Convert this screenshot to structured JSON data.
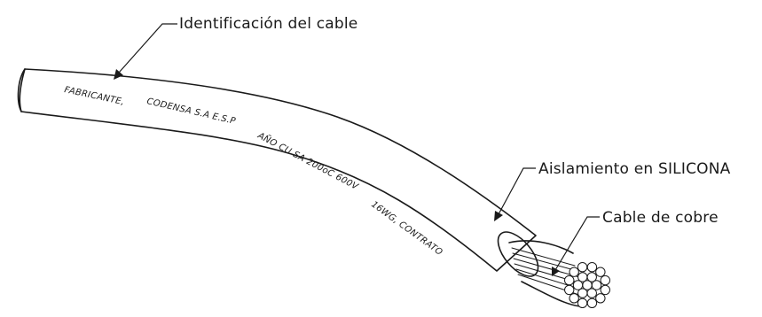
{
  "callouts": {
    "identification": "Identificación del cable",
    "insulation": "Aislamiento en SILICONA",
    "conductor": "Cable de cobre"
  },
  "cable_printing": [
    "FABRICANTE,",
    "CODENSA S.A E.S.P",
    "AÑO CU SA 200oC 600V",
    "16WG, CONTRATO"
  ]
}
